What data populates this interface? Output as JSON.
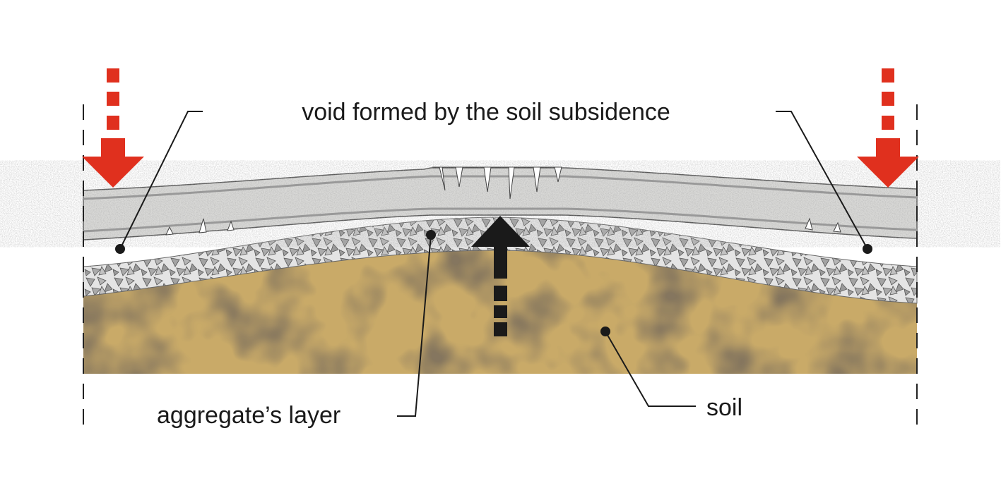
{
  "labels": {
    "void": "void formed by the soil subsidence",
    "aggregate": "aggregate’s layer",
    "soil": "soil"
  },
  "colors": {
    "load_arrow": "#e0301e",
    "uplift_arrow": "#1a1a1a",
    "slab": "#d9d9d7",
    "aggregate": "#a3a3a3",
    "soil_light": "#c9aa68",
    "soil_dark": "#85765e"
  },
  "icons": {
    "load": "arrow-down-dashed-icon",
    "uplift": "arrow-up-dashed-icon"
  }
}
